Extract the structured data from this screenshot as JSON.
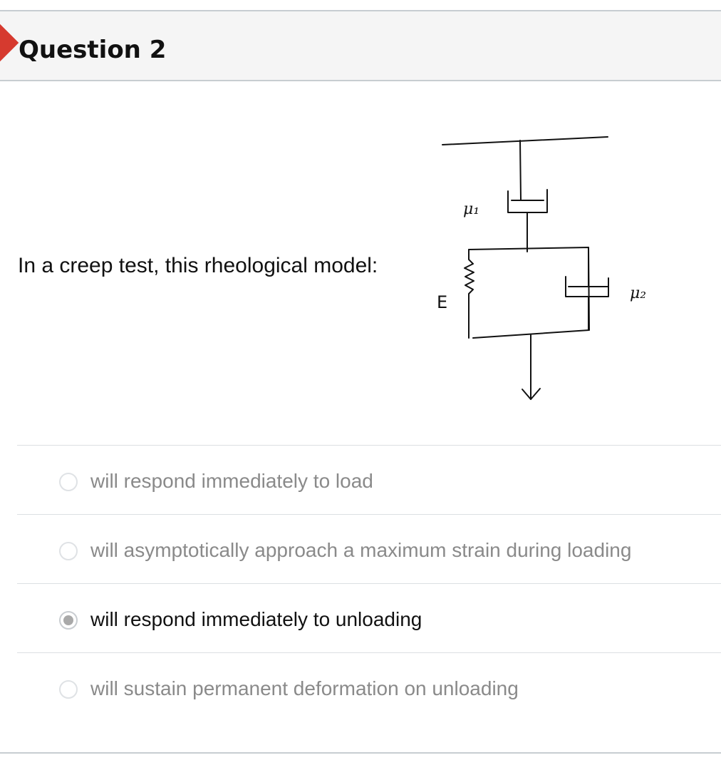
{
  "question": {
    "title": "Question 2",
    "prompt": "In a creep test, this rheological model:"
  },
  "diagram": {
    "labels": {
      "mu1": "μ₁",
      "mu2": "μ₂",
      "E": "E"
    }
  },
  "answers": [
    {
      "label": "will respond immediately to load",
      "selected": false
    },
    {
      "label": "will asymptotically approach a maximum strain during loading",
      "selected": false
    },
    {
      "label": "will respond immediately to unloading",
      "selected": true
    },
    {
      "label": "will sustain permanent deformation on unloading",
      "selected": false
    }
  ],
  "colors": {
    "flag": "#d63a2f",
    "header_bg": "#f5f5f5",
    "unselected_text": "#8a8a8a",
    "selected_text": "#111111"
  }
}
